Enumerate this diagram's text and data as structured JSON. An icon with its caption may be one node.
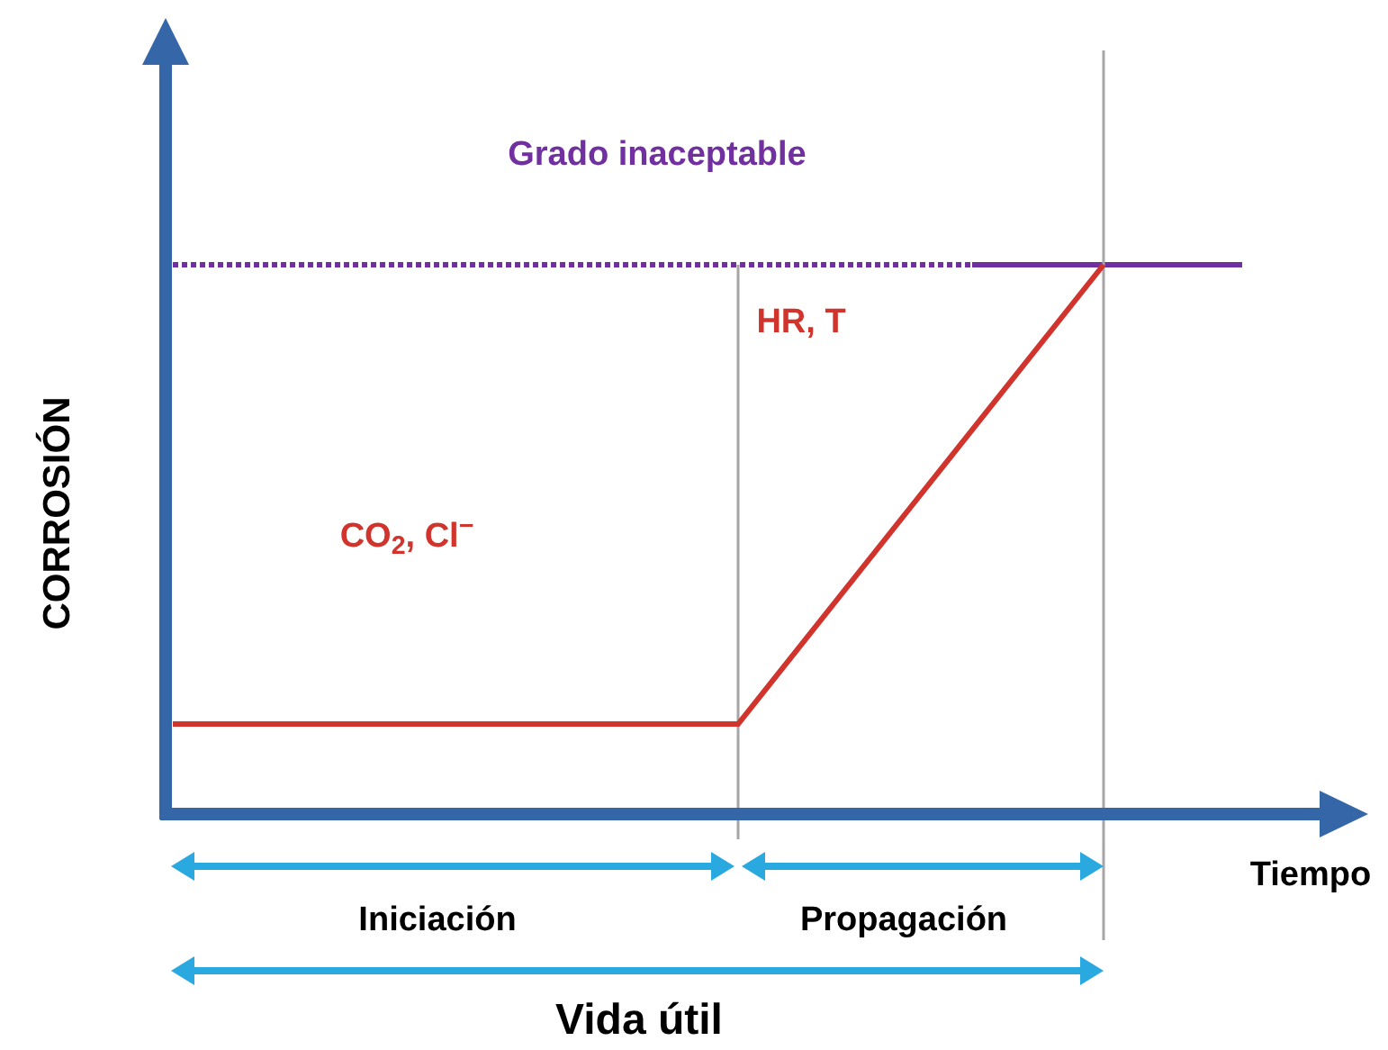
{
  "diagram": {
    "labels": [
      "Grado inaceptable",
      "HR, T",
      "CO$_{2}$, Cl$^{−}$",
      "CORROSIÓN",
      "Tiempo",
      "Iniciación",
      "Propagación",
      "Vida útil"
    ]
  }
}
